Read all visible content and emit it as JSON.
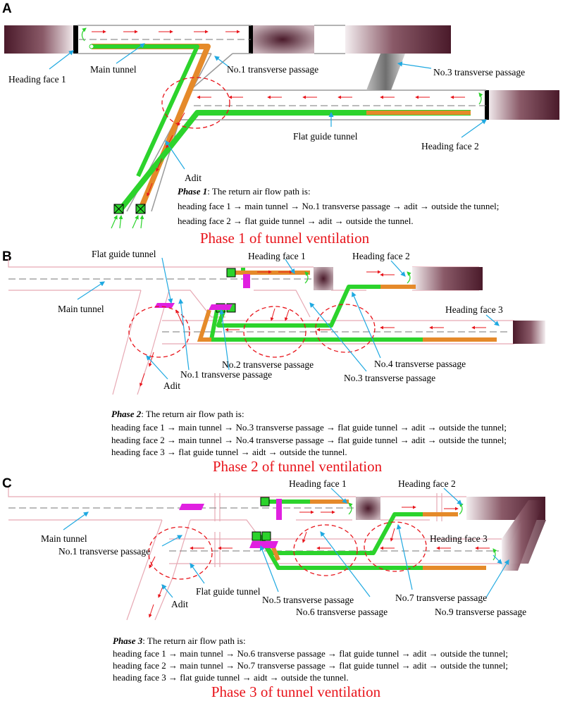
{
  "colors": {
    "caption": "#e8141b",
    "leader": "#1fa9e1",
    "rock_dark": "#4a1a2a",
    "duct_green": "#2cd32c",
    "duct_orange": "#e58a2a",
    "fan_magenta": "#e020e0",
    "tunnel_line": "#e7a9b4",
    "circle": "#e8141b"
  },
  "panelA": {
    "letter": "A",
    "labels": {
      "heading1": "Heading face 1",
      "main_tunnel": "Main tunnel",
      "transverse1": "No.1 transverse passage",
      "transverse3": "No.3 transverse passage",
      "flat_guide": "Flat guide tunnel",
      "heading2": "Heading face 2",
      "adit": "Adit"
    },
    "phase_label": "Phase 1",
    "phase_intro": ": The return air flow path is:",
    "paths": [
      "heading face 1 → main tunnel → No.1 transverse passage → adit → outside the tunnel;",
      "heading face 2 → flat guide tunnel → adit → outside the tunnel."
    ],
    "caption": "Phase 1 of tunnel ventilation"
  },
  "panelB": {
    "letter": "B",
    "labels": {
      "flat_guide": "Flat guide tunnel",
      "heading1": "Heading face 1",
      "heading2": "Heading face 2",
      "main_tunnel": "Main tunnel",
      "heading3": "Heading face 3",
      "transverse1": "No.1 transverse passage",
      "adit": "Adit",
      "transverse2": "No.2 transverse passage",
      "transverse4": "No.4 transverse passage",
      "transverse3": "No.3 transverse passage"
    },
    "phase_label": "Phase 2",
    "phase_intro": ": The return air flow path is:",
    "paths": [
      "heading face 1 → main tunnel → No.3 transverse passage → flat guide tunnel → adit → outside the tunnel;",
      "heading face 2 → main tunnel → No.4 transverse passage → flat guide tunnel → adit → outside the tunnel;",
      "heading face 3 → flat guide tunnel → aidt → outside the tunnel."
    ],
    "caption": "Phase 2 of tunnel ventilation"
  },
  "panelC": {
    "letter": "C",
    "labels": {
      "heading1": "Heading face 1",
      "heading2": "Heading face 2",
      "main_tunnel": "Main tunnel",
      "transverse1": "No.1 transverse passage",
      "heading3": "Heading face 3",
      "flat_guide": "Flat guide tunnel",
      "adit": "Adit",
      "transverse5": "No.5 transverse passage",
      "transverse7": "No.7 transverse passage",
      "transverse6": "No.6 transverse passage",
      "transverse9": "No.9 transverse passage"
    },
    "phase_label": "Phase 3",
    "phase_intro": ": The return air flow path is:",
    "paths": [
      "heading face 1 → main tunnel → No.6 transverse passage → flat guide tunnel → adit → outside the tunnel;",
      "heading face 2 → main tunnel → No.7 transverse passage → flat guide tunnel → adit → outside the tunnel;",
      "heading face 3 → flat guide tunnel → aidt → outside the tunnel."
    ],
    "caption": "Phase 3 of tunnel ventilation"
  }
}
